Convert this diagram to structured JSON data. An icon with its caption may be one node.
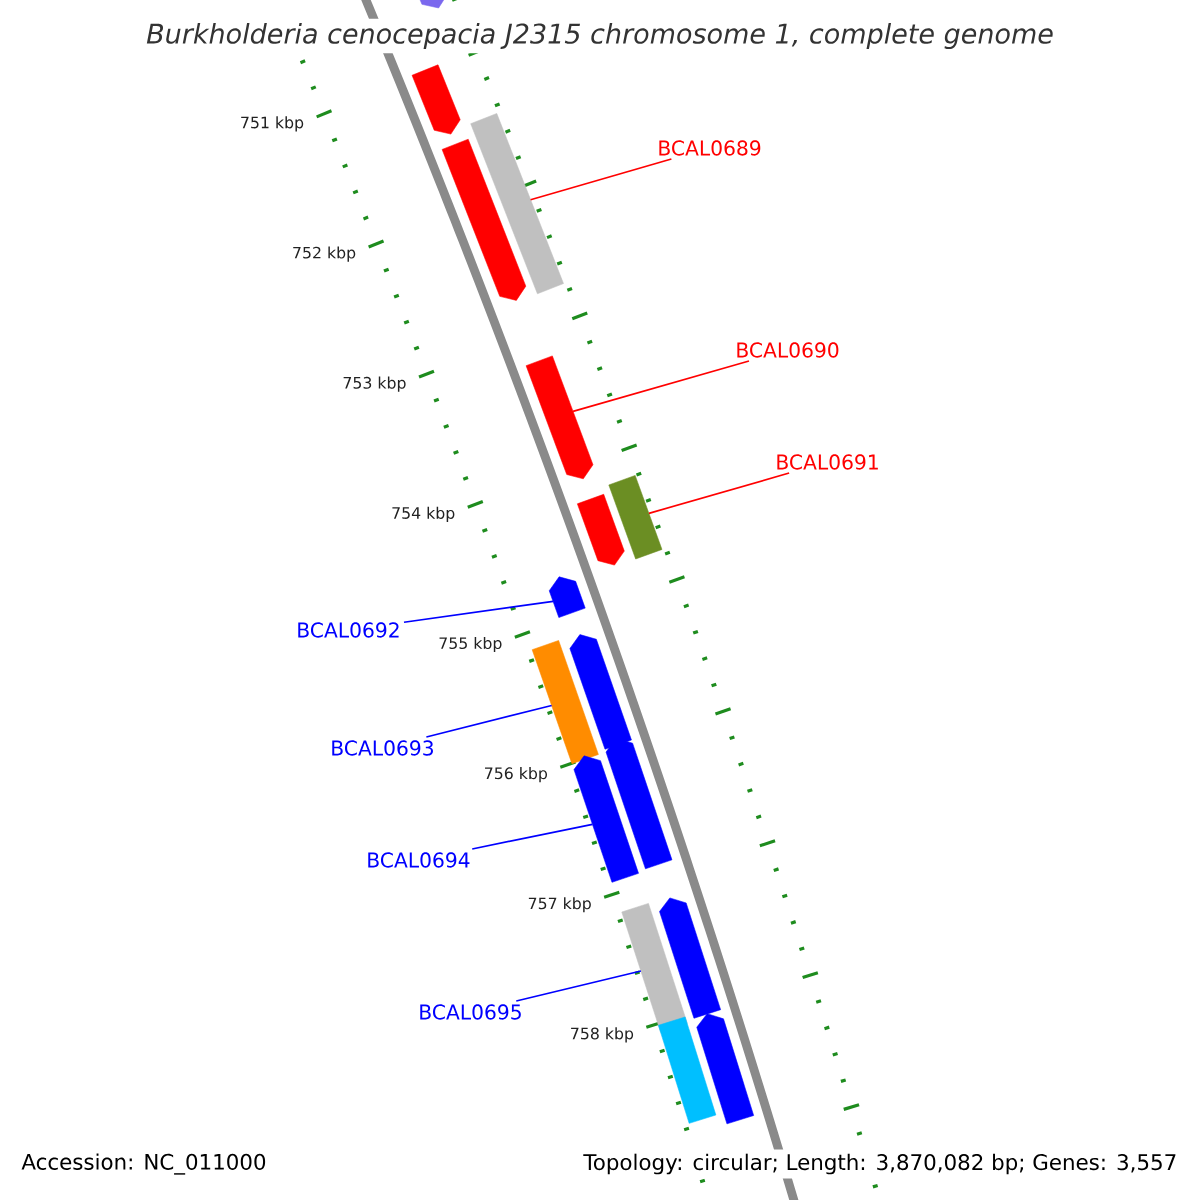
{
  "diagram": {
    "title": "Burkholderia cenocepacia J2315 chromosome 1, complete genome",
    "nodes": [
      {
        "text": [
          "BCAL0689"
        ]
      },
      {
        "text": [],
        "shape": "box"
      },
      {
        "text": [
          "BCAL0690"
        ]
      },
      {
        "text": [],
        "shape": "arrow"
      },
      {
        "text": [
          "BCAL0691"
        ]
      },
      {
        "text": [],
        "shape": "box"
      },
      {
        "text": [
          "BCAL0692"
        ]
      },
      {
        "text": [],
        "shape": "arrow"
      },
      {
        "text": [
          "BCAL0693"
        ]
      },
      {
        "text": [],
        "shape": "box"
      },
      {
        "text": [
          "BCAL0694"
        ]
      },
      {
        "text": [],
        "shape": "arrow"
      },
      {
        "text": [
          "BCAL0695"
        ]
      },
      {
        "text": [],
        "shape": "box"
      },
      {
        "text": [],
        "shape": "arrow"
      },
      {
        "text": [],
        "shape": "arrow"
      },
      {
        "text": [],
        "shape": "arrow"
      },
      {
        "text": [],
        "shape": "arrow"
      },
      {
        "text": [],
        "shape": "arrow"
      },
      {
        "text": [],
        "shape": "arrow"
      },
      {
        "text": [],
        "shape": "arrow"
      },
      {
        "text": [],
        "shape": "box"
      },
      {
        "text": [],
        "shape": "arrow"
      }
    ],
    "edges": [
      {
        "from": 0,
        "to": 1,
        "arrow": "none",
        "color": "#ff0000"
      },
      {
        "from": 2,
        "to": 3,
        "arrow": "none",
        "color": "#ff0000"
      },
      {
        "from": 4,
        "to": 5,
        "arrow": "none",
        "color": "#ff0000"
      },
      {
        "from": 6,
        "to": 7,
        "arrow": "none"
      },
      {
        "from": 8,
        "to": 9,
        "arrow": "none"
      },
      {
        "from": 10,
        "to": 11,
        "arrow": "none"
      },
      {
        "from": 12,
        "to": 13,
        "arrow": "none"
      }
    ],
    "labels": [
      "751 kbp",
      "752 kbp",
      "753 kbp",
      "754 kbp",
      "755 kbp",
      "756 kbp",
      "757 kbp",
      "758 kbp",
      "Accession: NC_011000",
      "Topology: circular; Length: 3,870,082 bp; Genes: 3,557"
    ]
  }
}
